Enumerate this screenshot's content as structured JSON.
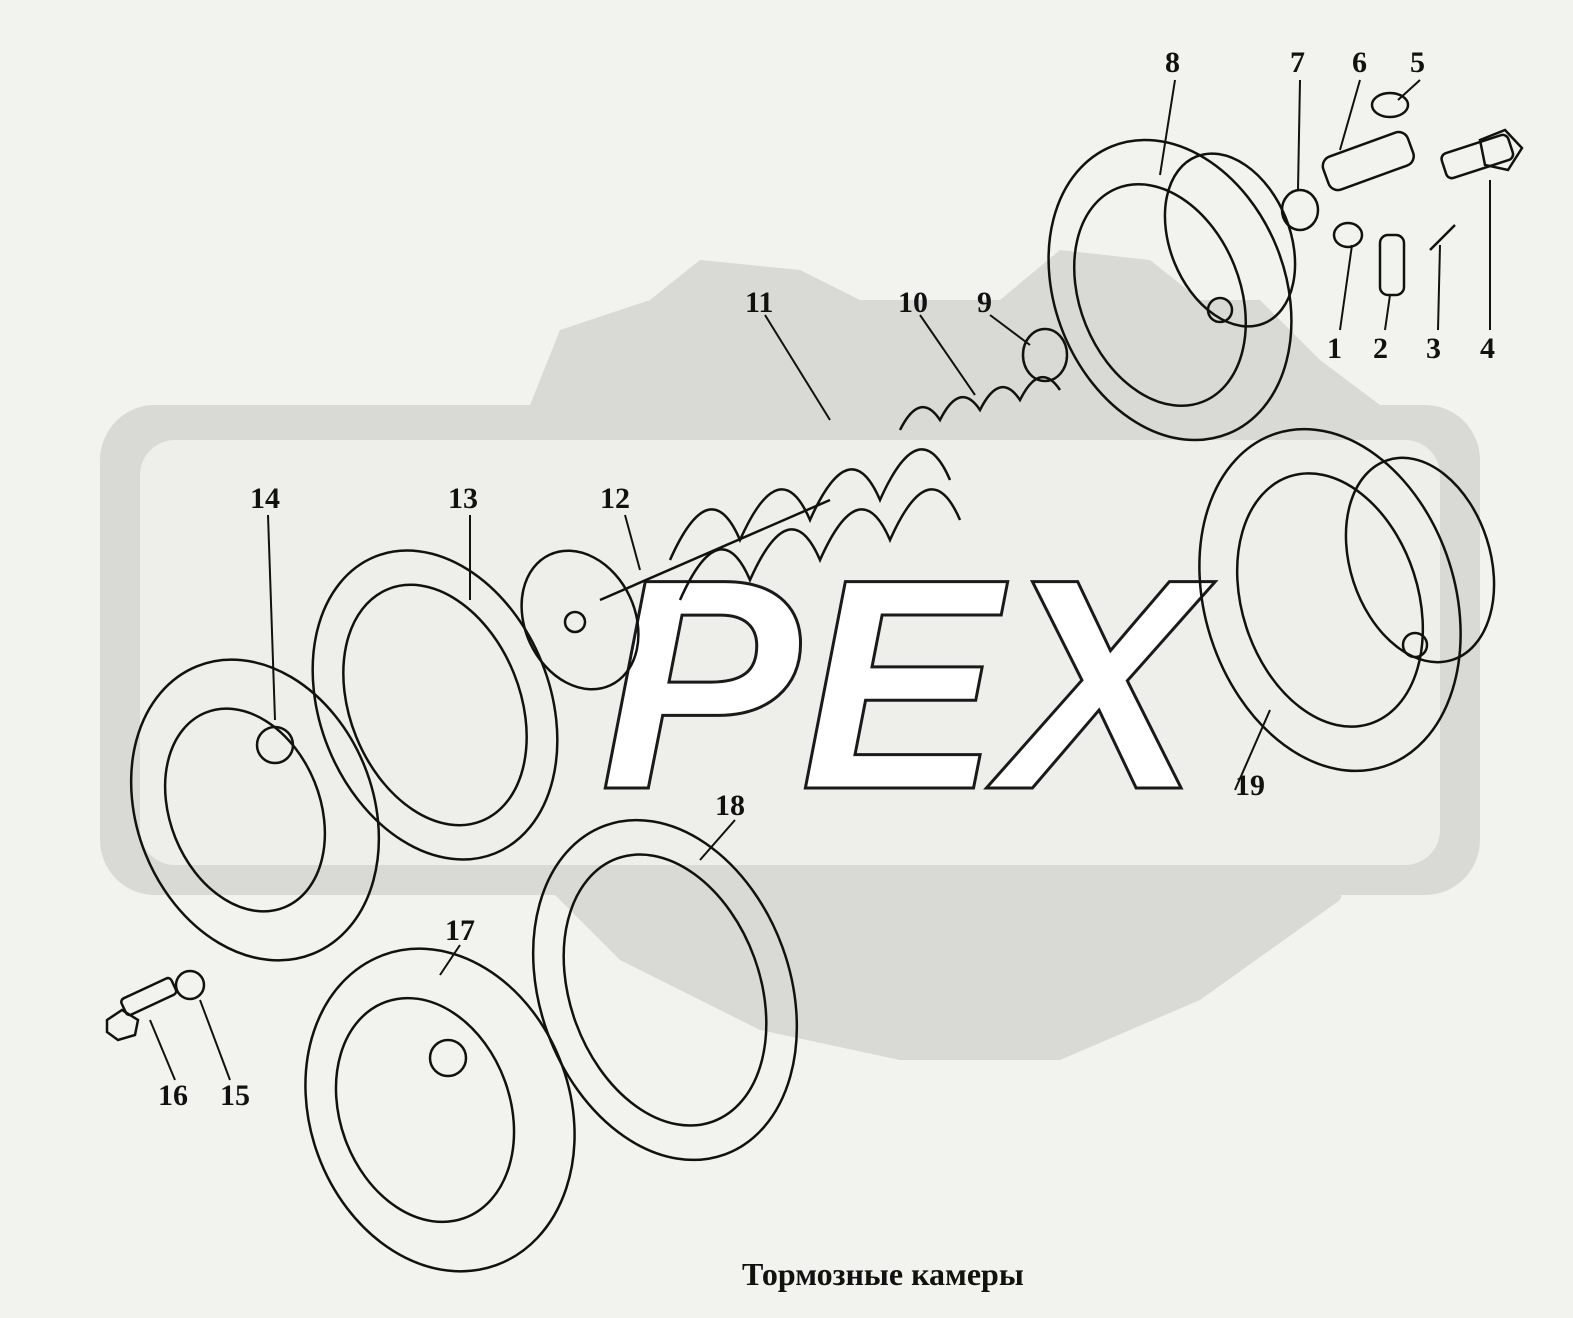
{
  "caption": "Тормозные камеры",
  "watermark": {
    "text": "PEX"
  },
  "callouts": [
    "1",
    "2",
    "3",
    "4",
    "5",
    "6",
    "7",
    "8",
    "9",
    "10",
    "11",
    "12",
    "13",
    "14",
    "15",
    "16",
    "17",
    "18",
    "19"
  ],
  "colors": {
    "background": "#f2f2ee",
    "watermark": "#d9d9d5",
    "ink": "#111111"
  }
}
